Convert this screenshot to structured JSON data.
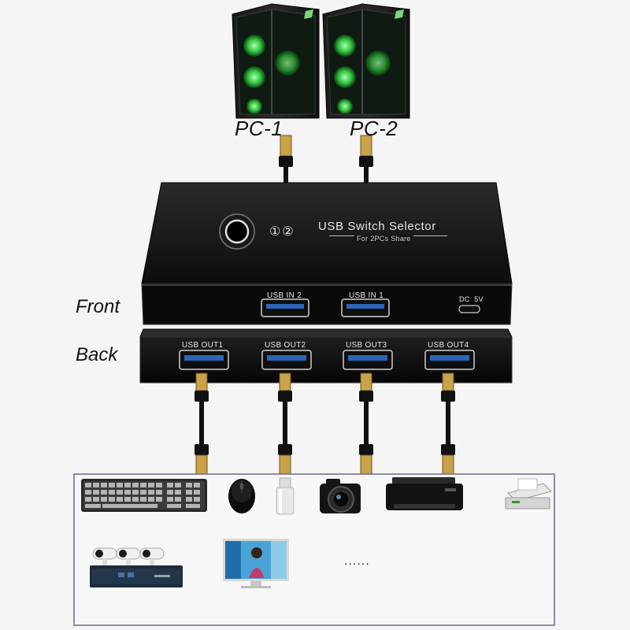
{
  "pcs": [
    {
      "label": "PC-1"
    },
    {
      "label": "PC-2"
    }
  ],
  "device": {
    "title": "USB Switch Selector",
    "subtitle": "For 2PCs Share",
    "selector_numbers": "①②",
    "front_label": "Front",
    "back_label": "Back",
    "front_ports": [
      "USB IN 2",
      "USB IN 1"
    ],
    "power_port": "DC  5V",
    "back_ports": [
      "USB OUT1",
      "USB OUT2",
      "USB OUT3",
      "USB OUT4"
    ]
  },
  "peripherals": {
    "row1": [
      "keyboard-icon",
      "mouse-icon",
      "usb-drive-icon",
      "camera-icon",
      "printer-icon",
      "scanner-icon"
    ],
    "row2": [
      "nvr-camera-kit-icon",
      "monitor-icon"
    ],
    "more_text": "......"
  }
}
